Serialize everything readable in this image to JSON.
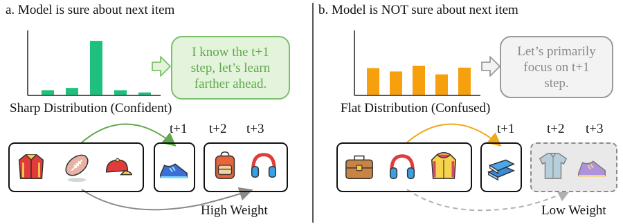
{
  "panel_a": {
    "title": "a. Model is sure about next item",
    "distribution_label": "Sharp Distribution (Confident)",
    "bubble_text": "I know the t+1\nstep, let’s learn\nfarther ahead.",
    "steps": [
      "t+1",
      "t+2",
      "t+3"
    ],
    "weight_label": "High Weight",
    "context_items": [
      "jacket-icon",
      "football-icon",
      "cap-icon"
    ],
    "next_item": "sneaker-icon",
    "future_items": [
      "backpack-icon",
      "headphones-icon"
    ]
  },
  "panel_b": {
    "title": "b. Model is NOT sure about next item",
    "distribution_label": "Flat Distribution (Confused)",
    "bubble_text": "Let’s primarily\nfocus on t+1\nstep.",
    "steps": [
      "t+1",
      "t+2",
      "t+3"
    ],
    "weight_label": "Low Weight",
    "context_items": [
      "briefcase-icon",
      "headphones-icon",
      "hoodie-icon"
    ],
    "next_item": "books-icon",
    "future_items": [
      "shirt-icon",
      "sneaker-icon"
    ]
  },
  "chart_data": [
    {
      "type": "bar",
      "values": [
        0.08,
        0.12,
        0.95,
        0.08,
        0.04
      ],
      "color": "#1fbf7e"
    },
    {
      "type": "bar",
      "values": [
        0.55,
        0.48,
        0.6,
        0.42,
        0.56
      ],
      "color": "#f5a00c"
    }
  ],
  "colors": {
    "confident": "#5fa84b",
    "confused": "#f0a81c",
    "arrow_gray": "#8a8a8a",
    "bar_green": "#1fbf7e",
    "bar_orange": "#f5a00c"
  }
}
